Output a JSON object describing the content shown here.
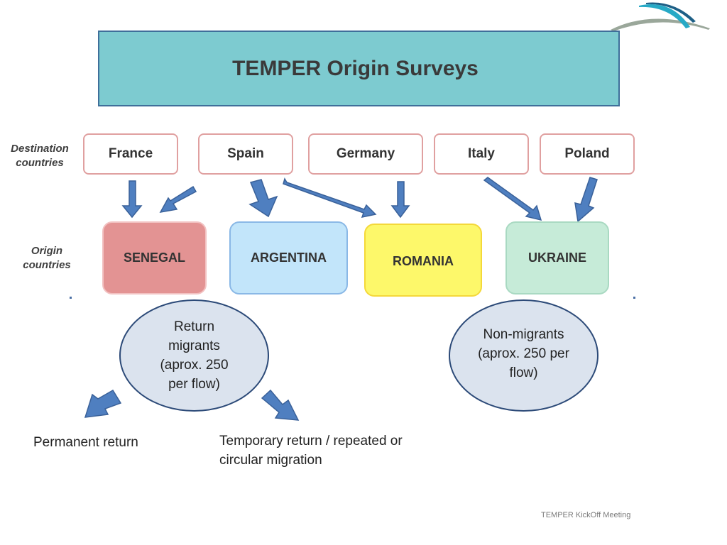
{
  "title": "TEMPER Origin Surveys",
  "labels": {
    "destination": "Destination countries",
    "origin": "Origin countries"
  },
  "destination_countries": [
    "France",
    "Spain",
    "Germany",
    "Italy",
    "Poland"
  ],
  "origin_countries": [
    "SENEGAL",
    "ARGENTINA",
    "ROMANIA",
    "UKRAINE"
  ],
  "groups": {
    "return_migrants": "Return migrants (aprox. 250 per flow)",
    "non_migrants": "Non-migrants (aprox. 250 per flow)"
  },
  "outcomes": {
    "permanent": "Permanent return",
    "temporary": "Temporary return / repeated or circular migration"
  },
  "footer": "TEMPER KickOff Meeting",
  "colors": {
    "title_bg": "#7dcbd0",
    "senegal": "#e39393",
    "argentina": "#c2e5fa",
    "romania": "#fdf86a",
    "ukraine": "#c6ebd8",
    "arrow": "#4f7fc0"
  }
}
